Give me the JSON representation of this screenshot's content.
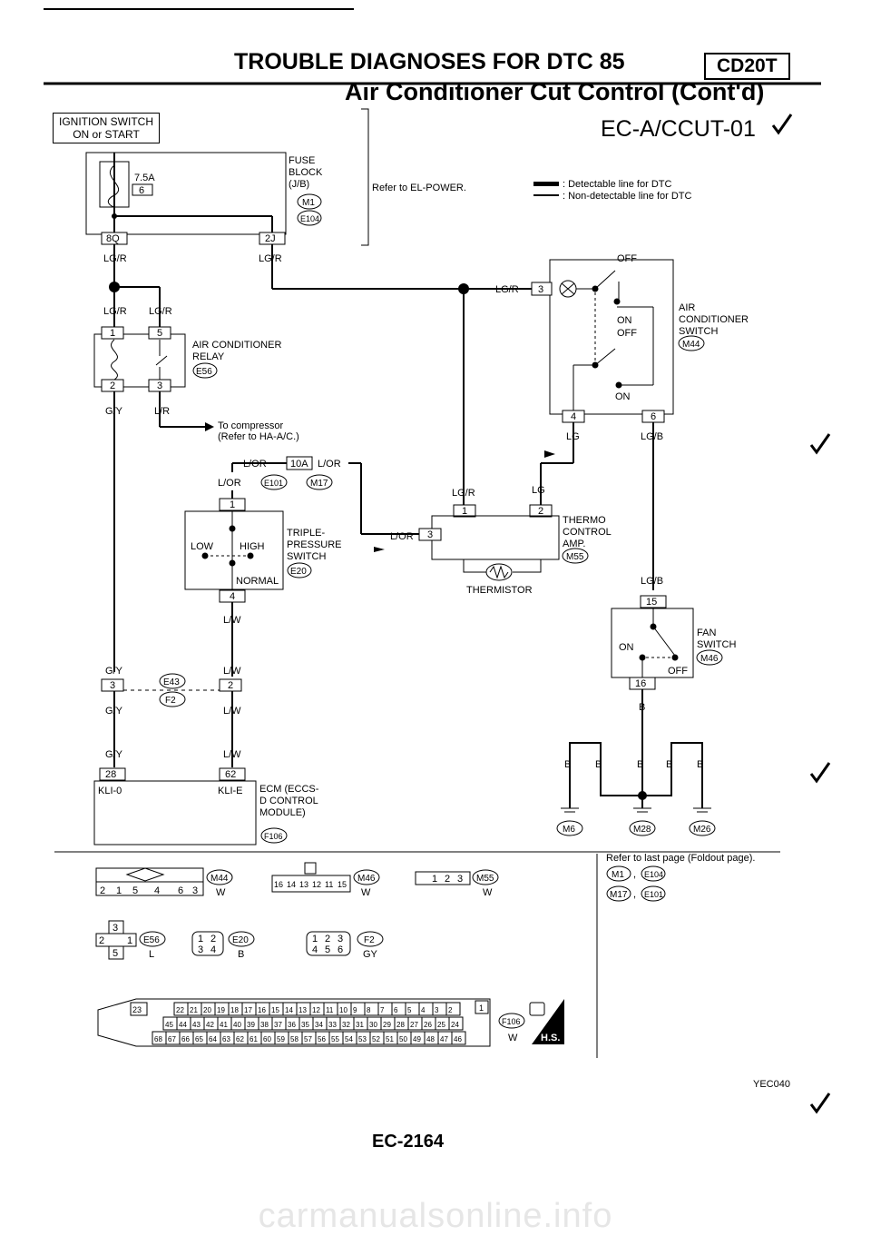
{
  "header": {
    "title": "TROUBLE DIAGNOSES FOR DTC 85",
    "engine_code": "CD20T",
    "subtitle": "Air Conditioner Cut Control (Cont'd)",
    "diagram_code": "EC-A/CCUT-01"
  },
  "ignition_switch": {
    "line1": "IGNITION SWITCH",
    "line2": "ON or START"
  },
  "fuse": {
    "rating": "7.5A",
    "number": "6",
    "label_lines": [
      "FUSE",
      "BLOCK",
      "(J/B)"
    ],
    "connectors": [
      "M1",
      "E104"
    ],
    "refer": "Refer to EL-POWER."
  },
  "legend": {
    "detectable": ": Detectable line for DTC",
    "non_detectable": ": Non-detectable line for DTC"
  },
  "terminals": {
    "fuse_left": "8Q",
    "fuse_right": "2J",
    "relay_1": "1",
    "relay_5": "5",
    "relay_2": "2",
    "relay_3": "3",
    "ac_sw_3": "3",
    "ac_sw_4": "4",
    "ac_sw_6": "6",
    "tps_10a": "10A",
    "tps_1": "1",
    "tps_4": "4",
    "thermo_1": "1",
    "thermo_2": "2",
    "thermo_3": "3",
    "fan_15": "15",
    "fan_16": "16",
    "e43_3": "3",
    "e43_2": "2",
    "ecm_28": "28",
    "ecm_62": "62"
  },
  "wires": {
    "lgr": "LG/R",
    "gy": "G/Y",
    "lr": "L/R",
    "lor": "L/OR",
    "lw": "L/W",
    "lg": "LG",
    "lgb": "LG/B",
    "b": "B"
  },
  "components": {
    "relay": {
      "lines": [
        "AIR CONDITIONER",
        "RELAY"
      ],
      "connector": "E56"
    },
    "compressor": {
      "lines": [
        "To compressor",
        "(Refer to HA-A/C.)"
      ]
    },
    "ac_switch": {
      "lines": [
        "AIR",
        "CONDITIONER",
        "SWITCH"
      ],
      "connector": "M44",
      "off": "OFF",
      "on": "ON"
    },
    "tps": {
      "lines": [
        "TRIPLE-",
        "PRESSURE",
        "SWITCH"
      ],
      "connector": "E20",
      "low": "LOW",
      "high": "HIGH",
      "normal": "NORMAL"
    },
    "tps_connectors": [
      "E101",
      "M17"
    ],
    "thermo": {
      "lines": [
        "THERMO",
        "CONTROL",
        "AMP."
      ],
      "connector": "M55",
      "thermistor": "THERMISTOR"
    },
    "fan_switch": {
      "lines": [
        "FAN",
        "SWITCH"
      ],
      "connector": "M46",
      "on": "ON",
      "off": "OFF"
    },
    "joint": {
      "connectors": [
        "E43",
        "F2"
      ]
    },
    "ecm": {
      "lines": [
        "ECM (ECCS-",
        "D CONTROL",
        "MODULE)"
      ],
      "connector": "F106",
      "kli0": "KLI-0",
      "klie": "KLI-E"
    },
    "grounds": [
      "M6",
      "M28",
      "M26"
    ]
  },
  "connector_views": {
    "m44": {
      "pins": [
        "2",
        "1",
        "5",
        "4",
        "6",
        "3"
      ],
      "name": "M44",
      "color": "W"
    },
    "m46": {
      "pins": [
        "16",
        "14",
        "13",
        "12",
        "11",
        "15"
      ],
      "name": "M46",
      "color": "W"
    },
    "m55": {
      "pins": [
        "1",
        "2",
        "3"
      ],
      "name": "M55",
      "color": "W"
    },
    "e56": {
      "pins": [
        "3",
        "2",
        "1",
        "5"
      ],
      "name": "E56",
      "color": "L"
    },
    "e20": {
      "pins": [
        "1",
        "2",
        "3",
        "4"
      ],
      "name": "E20",
      "color": "B"
    },
    "f2": {
      "pins": [
        "1",
        "2",
        "3",
        "4",
        "5",
        "6"
      ],
      "name": "F2",
      "color": "GY"
    },
    "f106": {
      "name": "F106",
      "color": "W",
      "tag": "H.S.",
      "pin_23": "23",
      "pin_1": "1",
      "row1": [
        "22",
        "21",
        "20",
        "19",
        "18",
        "17",
        "16",
        "15",
        "14",
        "13",
        "12",
        "11",
        "10",
        "9",
        "8",
        "7",
        "6",
        "5",
        "4",
        "3",
        "2"
      ],
      "row2": [
        "45",
        "44",
        "43",
        "42",
        "41",
        "40",
        "39",
        "38",
        "37",
        "36",
        "35",
        "34",
        "33",
        "32",
        "31",
        "30",
        "29",
        "28",
        "27",
        "26",
        "25",
        "24"
      ],
      "row3": [
        "68",
        "67",
        "66",
        "65",
        "64",
        "63",
        "62",
        "61",
        "60",
        "59",
        "58",
        "57",
        "56",
        "55",
        "54",
        "53",
        "52",
        "51",
        "50",
        "49",
        "48",
        "47",
        "46"
      ]
    }
  },
  "refer_note": {
    "text": "Refer to last page (Foldout page).",
    "connectors": [
      "M1",
      "E104",
      "M17",
      "E101"
    ]
  },
  "footer": {
    "figure_code": "YEC040",
    "page_number": "EC-2164",
    "watermark": "carmanualsonline.info"
  }
}
